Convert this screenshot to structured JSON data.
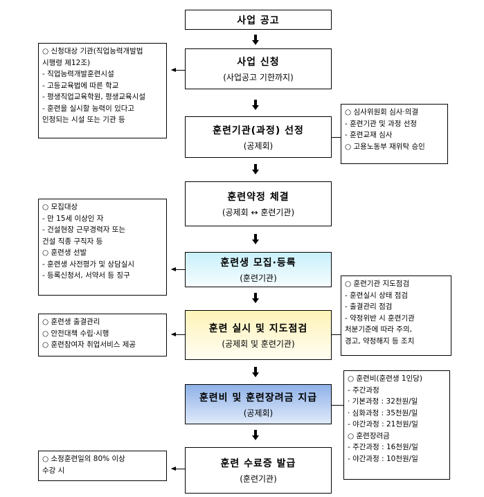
{
  "steps": [
    {
      "title": "사업 공고",
      "sub": ""
    },
    {
      "title": "사업 신청",
      "sub": "(사업공고 기한까지)"
    },
    {
      "title": "훈련기관(과정) 선정",
      "sub": "(공제회)"
    },
    {
      "title": "훈련약정 체결",
      "sub": "(공제회 ↔ 훈련기관)"
    },
    {
      "title": "훈련생 모집·등록",
      "sub": "(훈련기관)"
    },
    {
      "title": "훈련 실시 및 지도점검",
      "sub": "(공제회 및 훈련기관)"
    },
    {
      "title": "훈련비 및 훈련장려금 지급",
      "sub": "(공제회)"
    },
    {
      "title": "훈련 수료증 발급",
      "sub": "(훈련기관)"
    }
  ],
  "left_notes": {
    "application": [
      "○  신청대상 기관(직업능력개발법",
      "     시행령 제12조)",
      " -  직업능력개발훈련시설",
      " -  고등교육법에 따른 학교",
      " -  평생직업교육학원, 평생교육시설",
      " -  훈련을 실시할 능력이 있다고",
      "     인정되는 시설 또는 기관 등"
    ],
    "recruitment": [
      "○  모집대상",
      " -  만 15세 이상인 자",
      " -   건설현장 근무경력자 또는",
      "      건설 직종 구직자 등",
      "○  훈련생 선발",
      " -  훈련생 사전평가 및 상담실시",
      " -  등록신청서, 서약서 등 징구"
    ],
    "implementation": [
      "○  훈련생 출결관리",
      "○  안전대책 수립·시행",
      "○  훈련참여자 취업서비스 제공"
    ],
    "completion": [
      "○  소정훈련일의 80%  이상",
      "     수강 시"
    ]
  },
  "right_notes": {
    "selection": [
      "○  심사위원회 심사·의결",
      " -  훈련기관 및 과정 선정",
      " -  훈련교재 심사",
      "○  고용노동부 재위탁 승인"
    ],
    "inspection": [
      "○  훈련기관 지도점검",
      " -  훈련실시 상태 점검",
      " -  출결관리 점검",
      " -  약정위반 시 훈련기관",
      "     처분기준에 따라 주의,",
      "     경고, 약정해지 등 조치"
    ],
    "payment": [
      "○  훈련비(훈련생 1인당)",
      " -  주간과정",
      "  · 기본과정 : 32천원/일",
      "  · 심화과정 : 35천원/일",
      " -  야간과정 : 21천원/일",
      "○  훈련장려금",
      " -  주간과정 : 16천원/일",
      " -  야간과정 : 10천원/일"
    ]
  }
}
